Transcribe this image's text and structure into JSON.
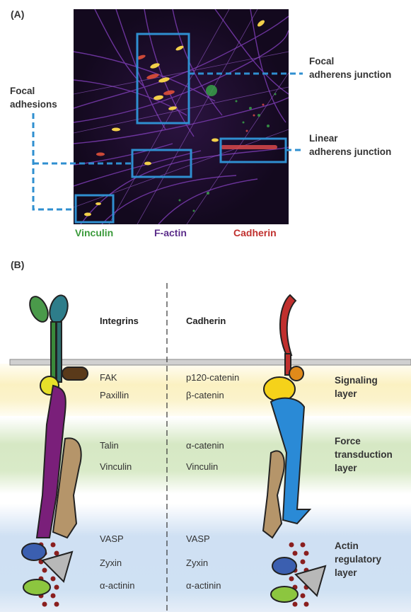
{
  "panel_a": {
    "label": "(A)",
    "callouts": {
      "focal_adhesions": "Focal\nadhesions",
      "focal_adherens": "Focal\nadherens junction",
      "linear_adherens": "Linear\nadherens junction"
    },
    "channels": [
      {
        "name": "Vinculin",
        "color": "#3a9a3a"
      },
      {
        "name": "F-actin",
        "color": "#5b2d8a"
      },
      {
        "name": "Cadherin",
        "color": "#c0302e"
      }
    ]
  },
  "panel_b": {
    "label": "(B)",
    "headers": {
      "left": "Integrins",
      "right": "Cadherin"
    },
    "integrin_proteins": {
      "signaling": [
        "FAK",
        "Paxillin"
      ],
      "force": [
        "Talin",
        "Vinculin"
      ],
      "actin": [
        "VASP",
        "Zyxin",
        "α-actinin"
      ]
    },
    "cadherin_proteins": {
      "signaling": [
        "p120-catenin",
        "β-catenin"
      ],
      "force": [
        "α-catenin",
        "Vinculin"
      ],
      "actin": [
        "VASP",
        "Zyxin",
        "α-actinin"
      ]
    },
    "layers": {
      "signaling": "Signaling\nlayer",
      "force": "Force\ntransduction\nlayer",
      "actin": "Actin\nregulatory\nlayer"
    },
    "colors": {
      "signaling_band": "#fbf3c8",
      "force_band": "#d9e9c8",
      "actin_band": "#cfe0f2",
      "callout_line": "#2f8fd0"
    }
  }
}
